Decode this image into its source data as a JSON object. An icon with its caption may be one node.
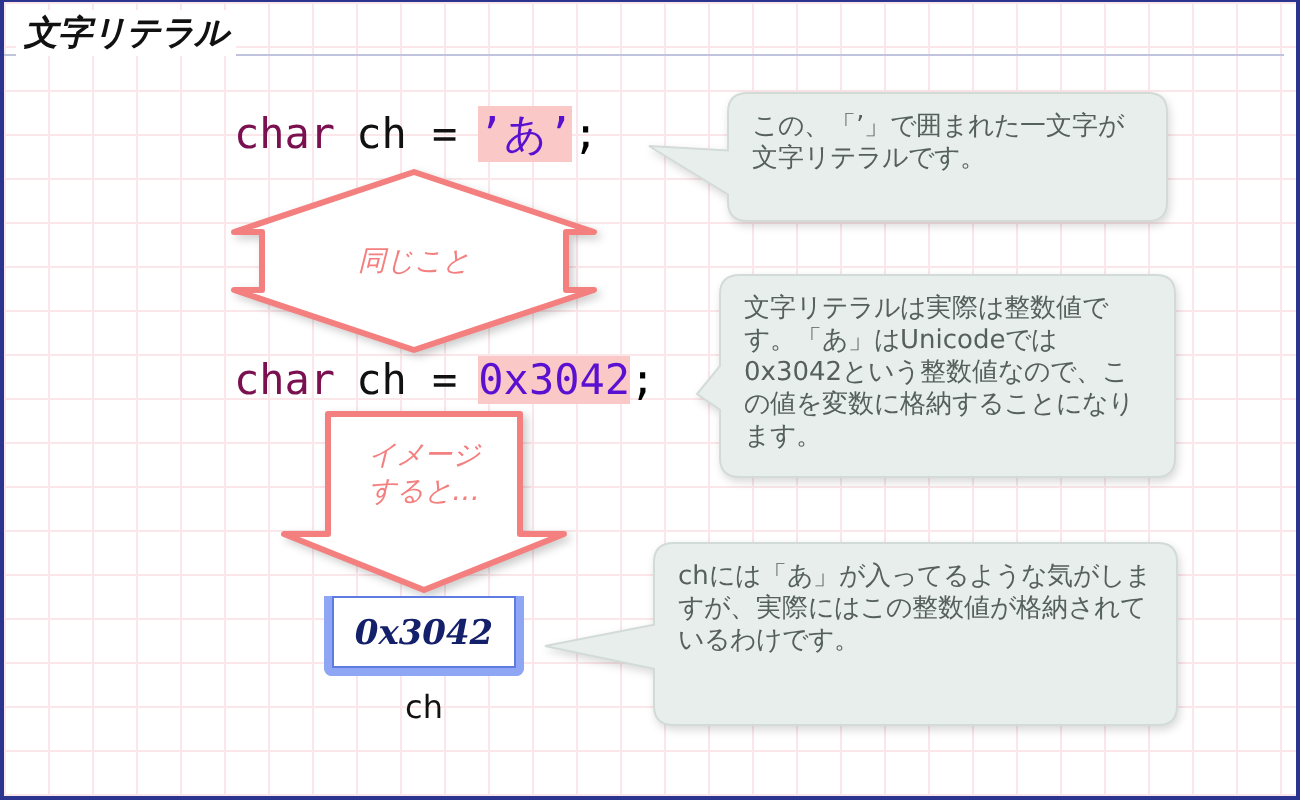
{
  "diagram": {
    "title": "文字リテラル",
    "nodes": [
      {
        "text": [
          "char",
          "ch =",
          "’あ’",
          ";"
        ]
      },
      {
        "text": [
          "この、「’」で囲まれた一文字が文字リテラルです。"
        ]
      },
      {
        "text": [
          "char",
          "ch =",
          "0x3042",
          ";"
        ]
      },
      {
        "text": [
          "文字リテラルは実際は整数値です。「あ」はUnicodeでは0x3042という整数値なので、この値を変数に格納することになります。"
        ]
      },
      {
        "text": [
          "0x3042"
        ],
        "beside": [
          "ch"
        ]
      },
      {
        "text": [
          "chには「あ」が入ってるような気がしますが、実際にはこの整数値が格納されているわけです。"
        ]
      }
    ],
    "edges": [
      {
        "from": 0,
        "to": 2,
        "arrow": "both",
        "label": "同じこと",
        "style": "thick",
        "color": "#f47f7f"
      },
      {
        "from": 2,
        "to": 4,
        "arrow": "to",
        "label": "イメージすると…",
        "style": "thick",
        "color": "#f47f7f"
      }
    ]
  }
}
